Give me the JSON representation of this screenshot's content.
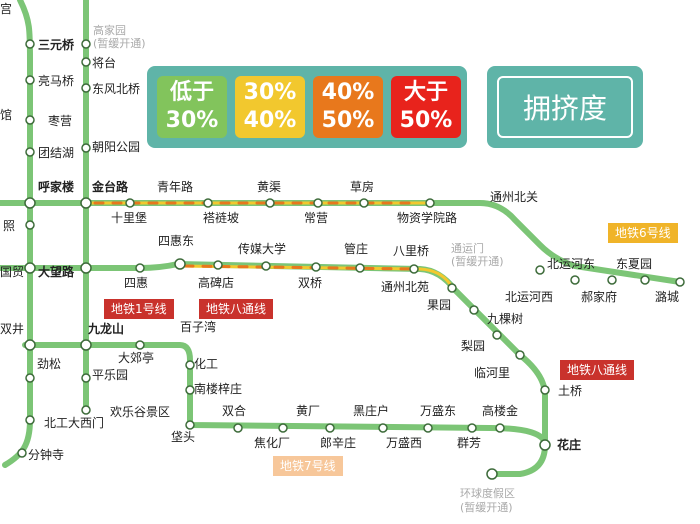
{
  "colors": {
    "line_green": "#7cc576",
    "legend_bg": "#5fb4a8",
    "low": "#82c45c",
    "mid": "#f2c82e",
    "high": "#e8781c",
    "top": "#e8231c",
    "segment_yellow": "#f2c82e",
    "segment_orange": "#e8781c"
  },
  "legend": {
    "levels": [
      {
        "line1": "低于",
        "line2": "30%"
      },
      {
        "line1": "30%",
        "line2": "40%"
      },
      {
        "line1": "40%",
        "line2": "50%"
      },
      {
        "line1": "大于",
        "line2": "50%"
      }
    ],
    "title": "拥挤度"
  },
  "line_tags": {
    "line1": "地铁1号线",
    "batong_west": "地铁八通线",
    "line6": "地铁6号线",
    "batong_east": "地铁八通线",
    "line7": "地铁7号线"
  },
  "stations": {
    "sanyuanqiao": "三元桥",
    "gaojiayuan": "高家园",
    "gaojiayuan_note": "(暂缓开通)",
    "jiangtai": "将台",
    "dongfengbeiqiao": "东风北桥",
    "liangmaqiao": "亮马桥",
    "zaoying": "枣营",
    "tuanjiehu": "团结湖",
    "chaoyanggongyuan": "朝阳公园",
    "hujialou": "呼家楼",
    "jintailu": "金台路",
    "qingnianlu": "青年路",
    "huangqu": "黄渠",
    "caofang": "草房",
    "tongzhoubeiguan": "通州北关",
    "shilipu": "十里堡",
    "chuchupo": "褡裢坡",
    "changying": "常营",
    "wuziuyuan": "物资学院路",
    "sihuidong": "四惠东",
    "chuanmeidaxue": "传媒大学",
    "guanzhuang": "管庄",
    "baliqiao": "八里桥",
    "tongyunmen": "通运门",
    "tongyunmen_note": "(暂缓开通)",
    "sihui": "四惠",
    "gaobeidian": "高碑店",
    "shuangqiao": "双桥",
    "tongzhoubeiyuan": "通州北苑",
    "dawanglu": "大望路",
    "guoyuan": "果园",
    "beiyunhedong": "北运河东",
    "dongxiayuan": "东夏园",
    "beiyunhexi": "北运河西",
    "haojiafu": "郝家府",
    "lucheng": "潞城",
    "jiukeshu": "九棵树",
    "jiulongshan": "九龙山",
    "baiziwan": "百子湾",
    "dajiaoting": "大郊亭",
    "huagong": "化工",
    "jinsong": "劲松",
    "pingleyuan": "平乐园",
    "nanlouzizhuang": "南楼梓庄",
    "liyuan": "梨园",
    "linheli": "临河里",
    "tuqiao": "土桥",
    "huanlegu": "欢乐谷景区",
    "shuanghe": "双合",
    "huangchang": "黄厂",
    "heizhuanghu": "黑庄户",
    "wanshengdong": "万盛东",
    "gaolouj": "高楼金",
    "beigongdaximen": "北工大西门",
    "dengtou": "垡头",
    "jiaohuachang": "焦化厂",
    "laochenzhuang": "郎辛庄",
    "wanshengxi": "万盛西",
    "qunfang": "群芳",
    "huazhuang": "花庄",
    "fenzhongsi": "分钟寺",
    "huanqiu": "环球度假区",
    "huanqiu_note": "(暂缓开通)",
    "left_zhao": "照",
    "left_guomao": "国贸",
    "left_shuangjing": "双井",
    "left_guan": "馆",
    "left_gong": "宫"
  }
}
